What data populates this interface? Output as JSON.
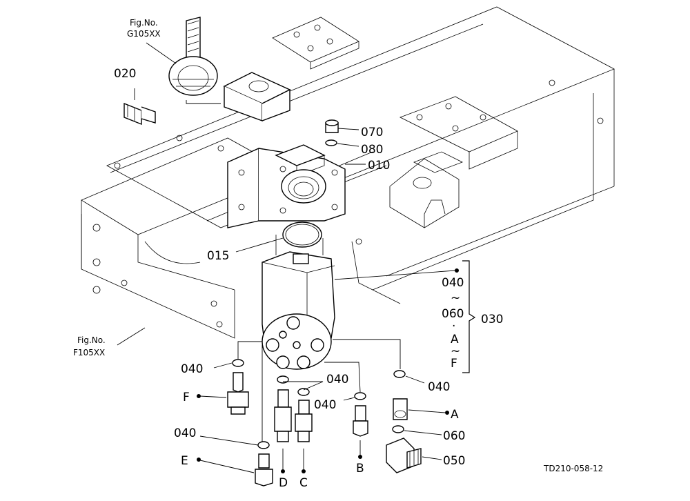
{
  "figure_refs": {
    "top": {
      "line1": "Fig.No.",
      "line2": "G105XX"
    },
    "left": {
      "line1": "Fig.No.",
      "line2": "F105XX"
    }
  },
  "part_numbers": {
    "p020": "020",
    "p070": "070",
    "p080": "080",
    "p010": "010",
    "p015": "015",
    "p030": "030",
    "p040_left": "040",
    "p040_mid": "040",
    "p040_mid2": "040",
    "p040_right": "040",
    "p040_bottom": "040",
    "p060": "060",
    "p050": "050"
  },
  "assembly_range": {
    "from": "040",
    "tilde1": "~",
    "to": "060",
    "dot1": "·",
    "a": "A",
    "tilde2": "~",
    "f": "F"
  },
  "port_letters": {
    "a": "A",
    "b": "B",
    "c": "C",
    "d": "D",
    "e": "E",
    "f": "F"
  },
  "drawing_code": "TD210-058-12"
}
